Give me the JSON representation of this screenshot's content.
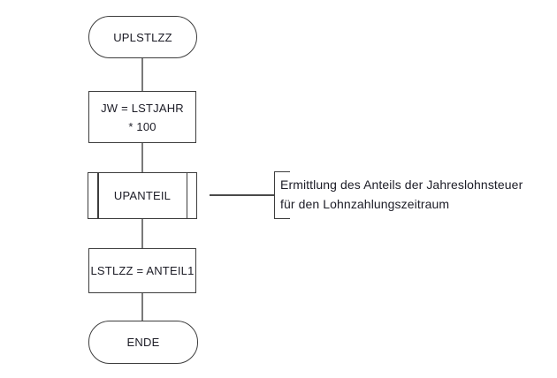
{
  "colors": {
    "background": "#ffffff",
    "shape_border": "#3d3d3d",
    "vertical_connector": "#7a7a7a",
    "horizontal_connector": "#4a4a4a",
    "text": "#1c1c26"
  },
  "flowchart": {
    "start": {
      "type": "terminator",
      "label": "UPLSTLZZ"
    },
    "step_jw": {
      "type": "process",
      "label": "JW = LSTJAHR\n* 100"
    },
    "step_upanteil": {
      "type": "predefined-process",
      "label": "UPANTEIL"
    },
    "step_lstlzz": {
      "type": "process",
      "label": "LSTLZZ = ANTEIL1"
    },
    "end": {
      "type": "terminator",
      "label": "ENDE"
    },
    "annotation": {
      "text": "Ermittlung des Anteils der Jahreslohnsteuer\nfür den Lohnzahlungszeitraum"
    }
  }
}
